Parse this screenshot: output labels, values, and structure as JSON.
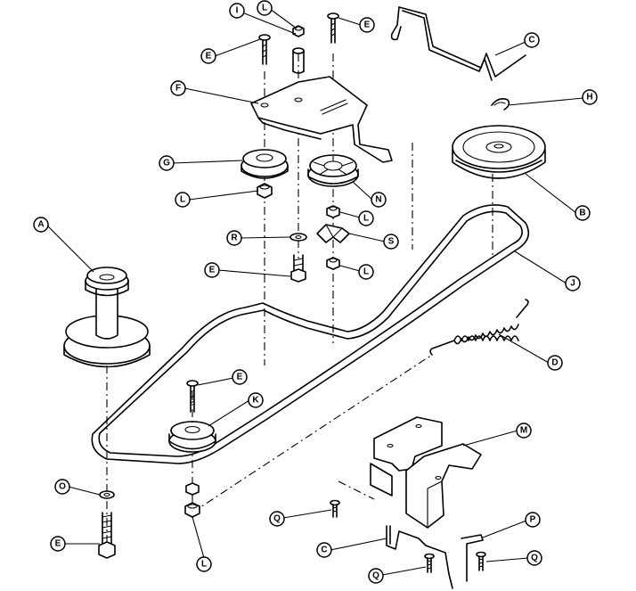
{
  "diagram": {
    "callouts": [
      {
        "id": "callout-i",
        "letter": "I"
      },
      {
        "id": "callout-l-top",
        "letter": "L"
      },
      {
        "id": "callout-e-top-right",
        "letter": "E"
      },
      {
        "id": "callout-c-top",
        "letter": "C"
      },
      {
        "id": "callout-e-top-left",
        "letter": "E"
      },
      {
        "id": "callout-f",
        "letter": "F"
      },
      {
        "id": "callout-h",
        "letter": "H"
      },
      {
        "id": "callout-g",
        "letter": "G"
      },
      {
        "id": "callout-n",
        "letter": "N"
      },
      {
        "id": "callout-l-upper-left",
        "letter": "L"
      },
      {
        "id": "callout-b",
        "letter": "B"
      },
      {
        "id": "callout-a",
        "letter": "A"
      },
      {
        "id": "callout-l-mid",
        "letter": "L"
      },
      {
        "id": "callout-r",
        "letter": "R"
      },
      {
        "id": "callout-s",
        "letter": "S"
      },
      {
        "id": "callout-e-mid",
        "letter": "E"
      },
      {
        "id": "callout-l-lower-mid",
        "letter": "L"
      },
      {
        "id": "callout-j",
        "letter": "J"
      },
      {
        "id": "callout-d",
        "letter": "D"
      },
      {
        "id": "callout-e-lower",
        "letter": "E"
      },
      {
        "id": "callout-k",
        "letter": "K"
      },
      {
        "id": "callout-m",
        "letter": "M"
      },
      {
        "id": "callout-o",
        "letter": "O"
      },
      {
        "id": "callout-q-left",
        "letter": "Q"
      },
      {
        "id": "callout-p",
        "letter": "P"
      },
      {
        "id": "callout-e-bottom",
        "letter": "E"
      },
      {
        "id": "callout-c-bottom",
        "letter": "C"
      },
      {
        "id": "callout-q-right",
        "letter": "Q"
      },
      {
        "id": "callout-q-bottom",
        "letter": "Q"
      },
      {
        "id": "callout-l-bottom",
        "letter": "L"
      }
    ]
  }
}
